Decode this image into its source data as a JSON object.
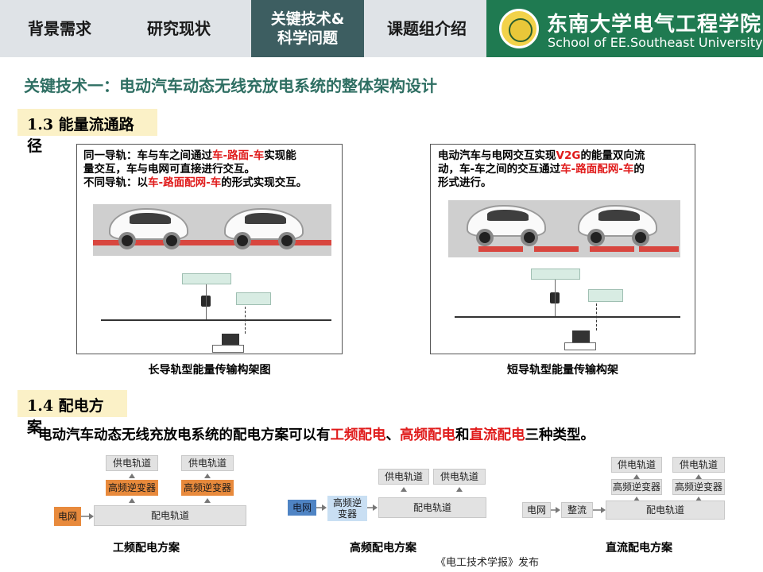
{
  "nav": {
    "tabs": [
      {
        "label": "背景需求"
      },
      {
        "label": "研究现状"
      },
      {
        "label": "关键技术&\n科学问题"
      },
      {
        "label": "课题组介绍"
      }
    ],
    "brand_cn": "东南大学电气工程学院",
    "brand_en": "School of EE.Southeast University"
  },
  "page_title": "关键技术一：电动汽车动态无线充放电系统的整体架构设计",
  "section_1_3": "1.3 能量流通路径",
  "section_1_4": "1.4 配电方案",
  "fig_long": {
    "line1_a": "同一导轨：车与车之间通过",
    "line1_red": "车-路面-车",
    "line1_b": "实现能",
    "line2": "量交互，车与电网可直接进行交互。",
    "line3_a": "不同导轨：以",
    "line3_red": "车-路面配网-车",
    "line3_b": "的形式实现交互。",
    "caption": "长导轨型能量传输构架图"
  },
  "fig_short": {
    "line1_a": "电动汽车与电网交互实现",
    "line1_red": "V2G",
    "line1_b": "的能量双向流",
    "line2_a": "动，车-车之间的交互通过",
    "line2_red": "车-路面配网-车",
    "line2_b": "的",
    "line3": "形式进行。",
    "caption": "短导轨型能量传输构架"
  },
  "description": {
    "a": "电动汽车动态无线充放电系统的配电方案可以有",
    "red1": "工频配电",
    "b": "、",
    "red2": "高频配电",
    "c": "和",
    "red3": "直流配电",
    "d": "三种类型。"
  },
  "schemes": {
    "supply_rail": "供电轨道",
    "hf_inverter": "高频逆变器",
    "hf_inverter_split": "高频逆\n变器",
    "grid": "电网",
    "dist_rail": "配电轨道",
    "rectifier": "整流",
    "cap_power_freq": "工频配电方案",
    "cap_high_freq": "高频配电方案",
    "cap_dc": "直流配电方案"
  },
  "footer": "《电工技术学报》发布",
  "colors": {
    "nav_active": "#3d5e61",
    "brand": "#1f7a51",
    "title": "#2f6f63",
    "highlight": "#e01b1b",
    "tag_bg": "#fbf1c7"
  }
}
